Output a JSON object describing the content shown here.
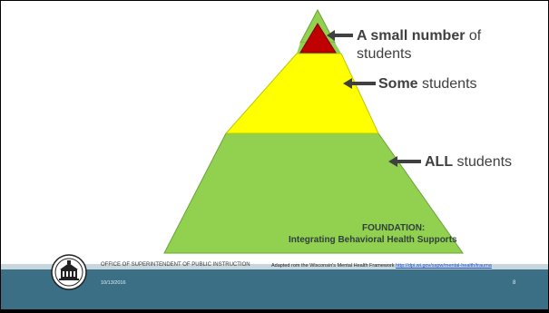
{
  "labels": {
    "top_bold": "A small number",
    "top_rest": " of",
    "top_line2": "students",
    "mid_bold": "Some",
    "mid_rest": " students",
    "bottom_bold": "ALL",
    "bottom_rest": " students"
  },
  "foundation": {
    "title": "FOUNDATION:",
    "subtitle": "Integrating Behavioral Health Supports"
  },
  "footer": {
    "office": "OFFICE OF SUPERINTENDENT OF PUBLIC INSTRUCTION",
    "adapted_text": "Adapted rom the Wisconsin's Mental Health Framework",
    "adapted_link": "http://dpi.wi.gov/sspw/mental-health/trauma",
    "date": "10/13/2016",
    "page": "8"
  },
  "colors": {
    "top_tier": "#c00000",
    "middle_tier": "#ffff00",
    "bottom_tier": "#92d050",
    "footer_band": "#3a6f86",
    "arrow": "#404040"
  },
  "icons": [
    "left-arrow-icon",
    "state-seal-icon"
  ]
}
